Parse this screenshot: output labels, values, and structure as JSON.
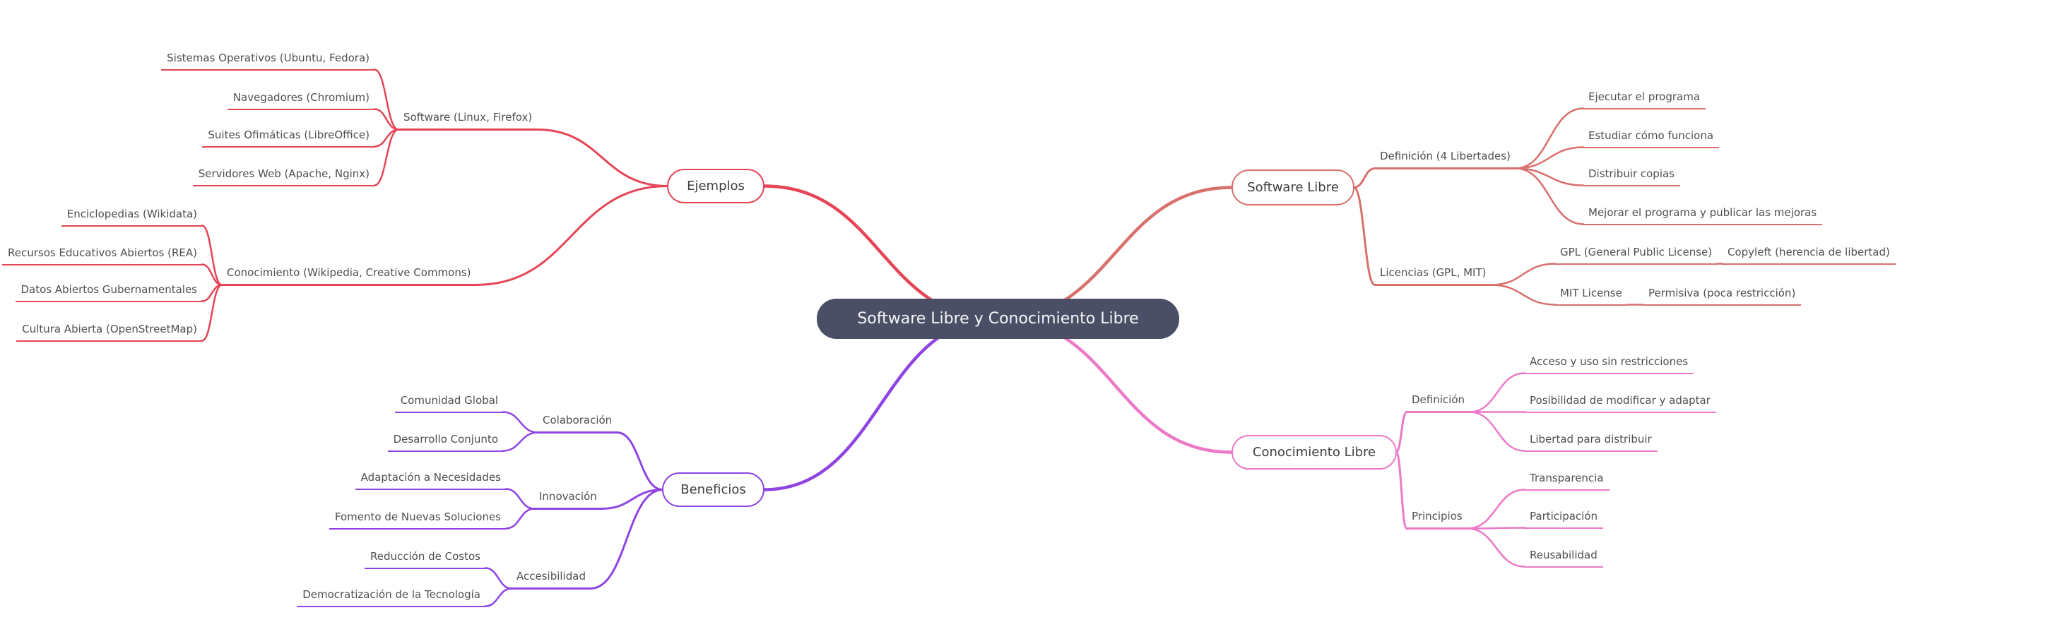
{
  "mindmap": {
    "central": {
      "label": "Software Libre y Conocimiento Libre"
    },
    "branches": {
      "ejemplos": {
        "label": "Ejemplos",
        "children": {
          "software": {
            "label": "Software (Linux, Firefox)",
            "children": {
              "sistemas_operativos": {
                "label": "Sistemas Operativos (Ubuntu, Fedora)"
              },
              "navegadores": {
                "label": "Navegadores (Chromium)"
              },
              "suites_ofimaticas": {
                "label": "Suites Ofimáticas (LibreOffice)"
              },
              "servidores_web": {
                "label": "Servidores Web (Apache, Nginx)"
              }
            }
          },
          "conocimiento": {
            "label": "Conocimiento (Wikipedia, Creative Commons)",
            "children": {
              "enciclopedias": {
                "label": "Enciclopedias (Wikidata)"
              },
              "recursos_educativos": {
                "label": "Recursos Educativos Abiertos (REA)"
              },
              "datos_abiertos": {
                "label": "Datos Abiertos Gubernamentales"
              },
              "cultura_abierta": {
                "label": "Cultura Abierta (OpenStreetMap)"
              }
            }
          }
        }
      },
      "beneficios": {
        "label": "Beneficios",
        "children": {
          "colaboracion": {
            "label": "Colaboración",
            "children": {
              "comunidad_global": {
                "label": "Comunidad Global"
              },
              "desarrollo_conjunto": {
                "label": "Desarrollo Conjunto"
              }
            }
          },
          "innovacion": {
            "label": "Innovación",
            "children": {
              "adaptacion": {
                "label": "Adaptación a Necesidades"
              },
              "fomento": {
                "label": "Fomento de Nuevas Soluciones"
              }
            }
          },
          "accesibilidad": {
            "label": "Accesibilidad",
            "children": {
              "reduccion_costos": {
                "label": "Reducción de Costos"
              },
              "democratizacion": {
                "label": "Democratización de la Tecnología"
              }
            }
          }
        }
      },
      "software_libre": {
        "label": "Software Libre",
        "children": {
          "definicion": {
            "label": "Definición (4 Libertades)",
            "children": {
              "ejecutar": {
                "label": "Ejecutar el programa"
              },
              "estudiar": {
                "label": "Estudiar cómo funciona"
              },
              "distribuir": {
                "label": "Distribuir copias"
              },
              "mejorar": {
                "label": "Mejorar el programa y publicar las mejoras"
              }
            }
          },
          "licencias": {
            "label": "Licencias (GPL, MIT)",
            "children": {
              "gpl": {
                "label": "GPL (General Public License)",
                "children": {
                  "copyleft": {
                    "label": "Copyleft (herencia de libertad)"
                  }
                }
              },
              "mit": {
                "label": "MIT License",
                "children": {
                  "permisiva": {
                    "label": "Permisiva (poca restricción)"
                  }
                }
              }
            }
          }
        }
      },
      "conocimiento_libre": {
        "label": "Conocimiento Libre",
        "children": {
          "definicion": {
            "label": "Definición",
            "children": {
              "acceso": {
                "label": "Acceso y uso sin restricciones"
              },
              "posibilidad": {
                "label": "Posibilidad de modificar y adaptar"
              },
              "libertad": {
                "label": "Libertad para distribuir"
              }
            }
          },
          "principios": {
            "label": "Principios",
            "children": {
              "transparencia": {
                "label": "Transparencia"
              },
              "participacion": {
                "label": "Participación"
              },
              "reusabilidad": {
                "label": "Reusabilidad"
              }
            }
          }
        }
      }
    }
  },
  "colors": {
    "central_bg": "#4a4f66",
    "central_text": "#f5f5f7",
    "node_text": "#4f4f4f",
    "ejemplos": "#e54556",
    "beneficios": "#8f44e2",
    "software_libre": "#d8706c",
    "conocimiento_libre": "#ec79c7"
  }
}
